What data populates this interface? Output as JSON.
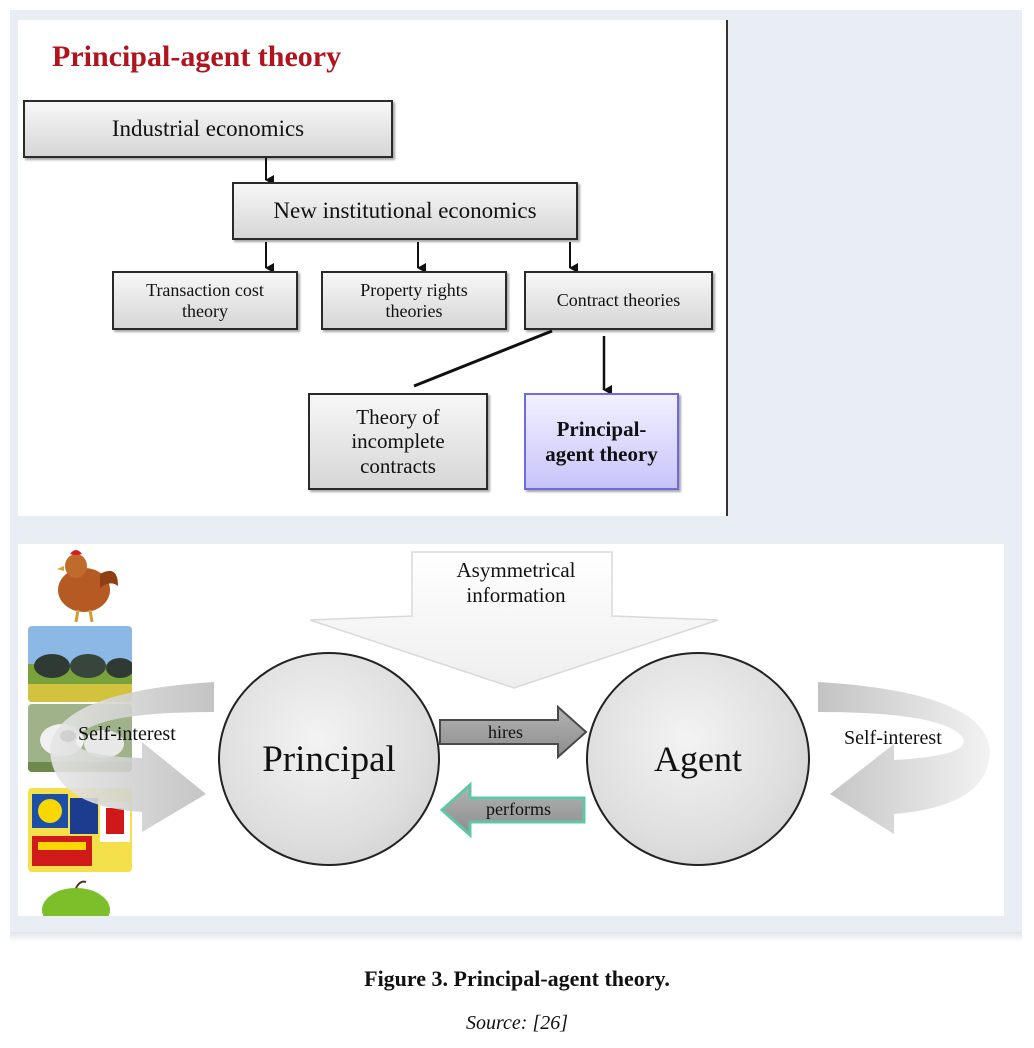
{
  "diagram": {
    "title": "Principal-agent theory",
    "boxes": {
      "industrial": "Industrial economics",
      "nie": "New institutional economics",
      "transaction_cost": "Transaction cost theory",
      "property_rights": "Property rights theories",
      "contract": "Contract theories",
      "incomplete": "Theory of incomplete contracts",
      "principal_agent": "Principal-agent theory"
    }
  },
  "relationship": {
    "asymmetrical_info": [
      "Asymmetrical",
      "information"
    ],
    "principal": "Principal",
    "agent": "Agent",
    "hires": "hires",
    "performs": "performs",
    "self_interest_left": "Self-interest",
    "self_interest_right": "Self-interest"
  },
  "caption": {
    "figure": "Figure 3. Principal-agent theory.",
    "source": "Source: [26]"
  },
  "colors": {
    "title_red": "#b0141c",
    "highlight_purple": "#c8c4fa",
    "performs_outline": "#5fc7a7"
  }
}
